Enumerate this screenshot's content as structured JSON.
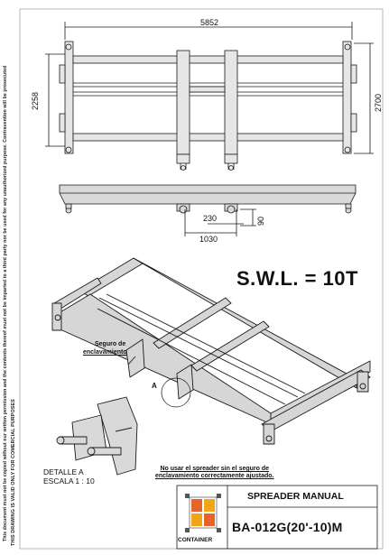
{
  "side_notes": {
    "top_line": "This document must not be copied without our written permission and the contents thereof must not be imparted to a third party nor be used for any unauthorized purpose. Contravention will be prosecuted",
    "bottom_line": "THIS DRAWING IS VALID ONLY FOR COMERCIAL PURPOSES"
  },
  "top_view": {
    "overall_length": "5852",
    "overall_width_left": "2258",
    "overall_width_right": "2700"
  },
  "side_view": {
    "dim_230": "230",
    "dim_90": "90",
    "dim_1030": "1030"
  },
  "swl_label": "S.W.L. = 10T",
  "callouts": {
    "locking_pin_line1": "Seguro de",
    "locking_pin_line2": "enclavamiento",
    "detail_marker": "A"
  },
  "warning": {
    "line1": "No usar el spreader sin el seguro de",
    "line2": "enclavamiento correctamente ajustado."
  },
  "detail": {
    "line1": "DETALLE A",
    "line2": "ESCALA 1 : 10"
  },
  "title_block": {
    "title": "SPREADER MANUAL",
    "code": "BA-012G(20'-10)M",
    "logo_text": "CONTAINER"
  },
  "colors": {
    "frame_fill": "#d9d9d9",
    "frame_stroke": "#1a1a1a",
    "logo_orange": "#e8632a",
    "logo_yellow": "#f2a516"
  }
}
